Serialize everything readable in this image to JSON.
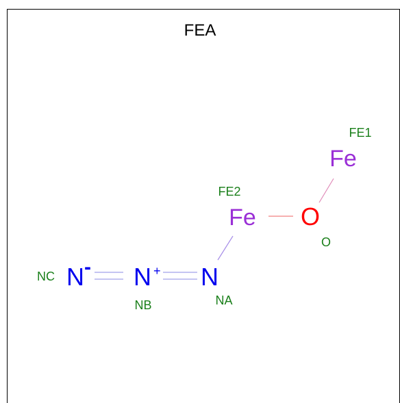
{
  "title": "FEA",
  "colors": {
    "iron": "#9a2fd6",
    "oxygen": "#ff0000",
    "nitrogen": "#0000ee",
    "label": "#1a7f1a",
    "bond_n": "#b0b0ee",
    "bond_fe_n": "#a78ee8",
    "bond_fe_o": "#f08080",
    "bond_o_fe": "#e08ab8"
  },
  "atoms": {
    "fe1": {
      "symbol": "Fe",
      "label": "FE1"
    },
    "fe2": {
      "symbol": "Fe",
      "label": "FE2"
    },
    "o": {
      "symbol": "O",
      "label": "O"
    },
    "na": {
      "symbol": "N",
      "label": "NA"
    },
    "nb": {
      "symbol": "N",
      "charge": "+",
      "label": "NB"
    },
    "nc": {
      "symbol": "N",
      "charge": "-",
      "label": "NC"
    }
  }
}
